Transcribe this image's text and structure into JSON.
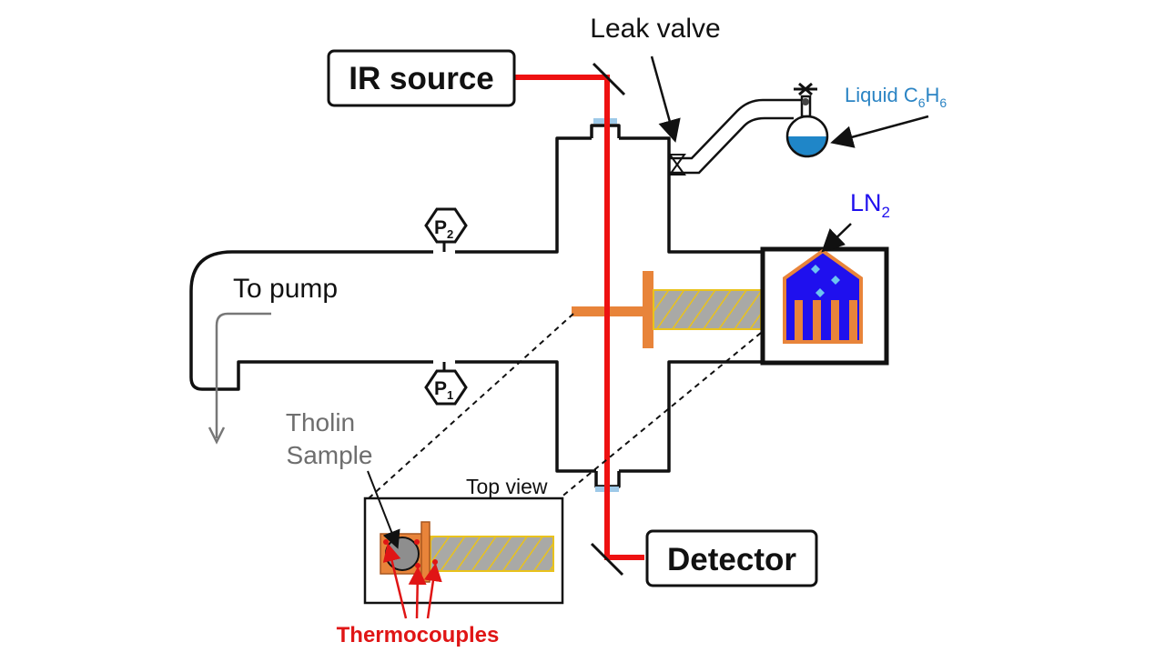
{
  "labels": {
    "ir_source": "IR source",
    "detector": "Detector",
    "leak_valve": "Leak valve",
    "liquid_prefix": "Liquid C",
    "liquid_sub1": "6",
    "liquid_mid": "H",
    "liquid_sub2": "6",
    "ln2_main": "LN",
    "ln2_sub": "2",
    "to_pump": "To pump",
    "tholin_line1": "Tholin",
    "tholin_line2": "Sample",
    "top_view": "Top view",
    "thermocouples": "Thermocouples",
    "p2_main": "P",
    "p2_sub": "2",
    "p1_main": "P",
    "p1_sub": "1"
  },
  "colors": {
    "beam": "#ee1111",
    "copper": "#e8843a",
    "ln2": "#1f10ee",
    "liquid": "#2b84c4",
    "thermocouples": "#e01515",
    "hatch": "#e9c21c",
    "gray_label": "#6e6e6e"
  }
}
